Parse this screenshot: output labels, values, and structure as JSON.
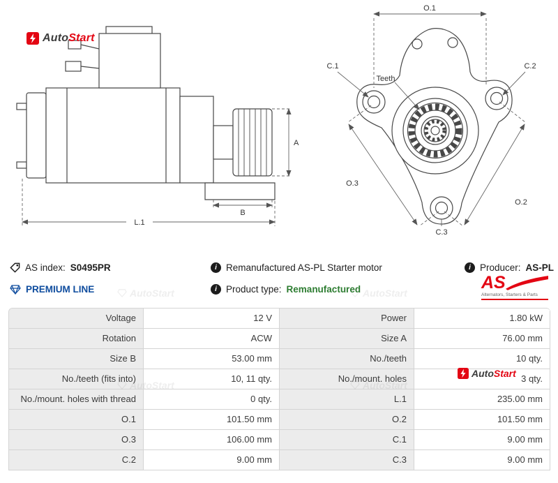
{
  "brand": {
    "name_auto": "Auto",
    "name_start": "Start",
    "aspl_as": "AS",
    "aspl_tagline": "Alternators, Starters & Parts"
  },
  "icons": {
    "info_glyph": "i"
  },
  "colors": {
    "brand_red": "#e30613",
    "premium_blue": "#0e4c9e",
    "product_type_green": "#2e7d32",
    "table_label_bg": "#ececec"
  },
  "drawing": {
    "labels": {
      "a": "A",
      "b": "B",
      "l1": "L.1",
      "o1": "O.1",
      "o2": "O.2",
      "o3": "O.3",
      "c1": "C.1",
      "c2": "C.2",
      "c3": "C.3",
      "teeth": "Teeth"
    }
  },
  "info": {
    "as_index_label": "AS index:",
    "as_index_value": "S0495PR",
    "description": "Remanufactured AS-PL Starter motor",
    "producer_label": "Producer:",
    "producer_value": "AS-PL",
    "premium_line": "PREMIUM LINE",
    "product_type_label": "Product type:",
    "product_type_value": "Remanufactured"
  },
  "spec_table": {
    "rows": [
      {
        "label1": "Voltage",
        "value1": "12 V",
        "label2": "Power",
        "value2": "1.80 kW"
      },
      {
        "label1": "Rotation",
        "value1": "ACW",
        "label2": "Size A",
        "value2": "76.00 mm"
      },
      {
        "label1": "Size B",
        "value1": "53.00 mm",
        "label2": "No./teeth",
        "value2": "10 qty."
      },
      {
        "label1": "No./teeth (fits into)",
        "value1": "10, 11 qty.",
        "label2": "No./mount. holes",
        "value2": "3 qty."
      },
      {
        "label1": "No./mount. holes with thread",
        "value1": "0 qty.",
        "label2": "L.1",
        "value2": "235.00 mm"
      },
      {
        "label1": "O.1",
        "value1": "101.50 mm",
        "label2": "O.2",
        "value2": "101.50 mm"
      },
      {
        "label1": "O.3",
        "value1": "106.00 mm",
        "label2": "C.1",
        "value2": "9.00 mm"
      },
      {
        "label1": "C.2",
        "value1": "9.00 mm",
        "label2": "C.3",
        "value2": "9.00 mm"
      }
    ]
  }
}
